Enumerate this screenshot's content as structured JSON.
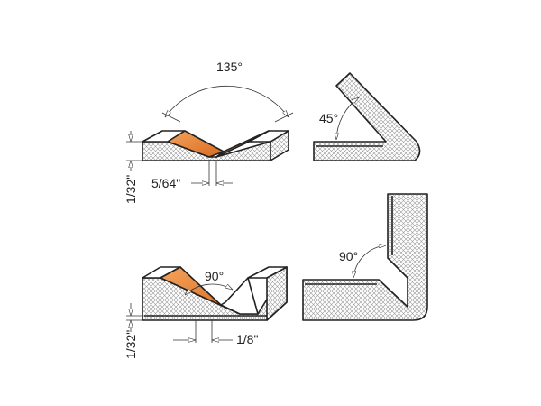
{
  "colors": {
    "cut_face": "#e8843a",
    "outline": "#222222",
    "hatch": "#999999"
  },
  "figures": [
    {
      "angle_label": "135°",
      "width_label": "5/64\"",
      "depth_label": "1/32\""
    },
    {
      "angle_label": "45°"
    },
    {
      "angle_label": "90°",
      "width_label": "1/8\"",
      "depth_label": "1/32\""
    },
    {
      "angle_label": "90°"
    }
  ]
}
